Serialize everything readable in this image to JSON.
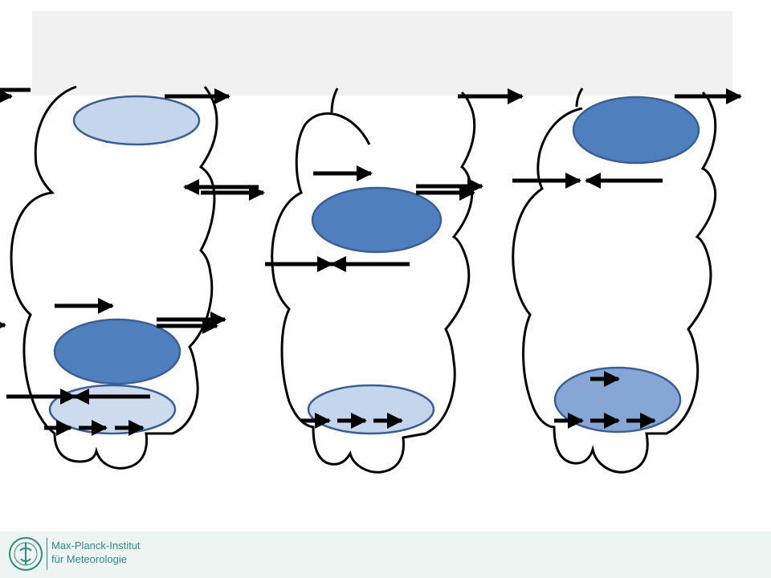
{
  "slide": {
    "title": ""
  },
  "footer": {
    "institute_line1": "Max-Planck-Institut",
    "institute_line2": "für Meteorologie",
    "brand_color": "#2f8a7e",
    "background_color": "#edf4f2"
  },
  "diagram": {
    "panels": [
      {
        "name": "panel-1",
        "ellipses": [
          "light-blue",
          "dark-blue",
          "light-blue"
        ]
      },
      {
        "name": "panel-2",
        "ellipses": [
          "dark-blue",
          "light-blue"
        ]
      },
      {
        "name": "panel-3",
        "ellipses": [
          "dark-blue",
          "medium-blue"
        ]
      }
    ],
    "colors": {
      "light_blue": "#c5d5ec",
      "dark_blue": "#4f7fbd",
      "medium_blue": "#86a6d6",
      "outline": "#000000"
    }
  }
}
